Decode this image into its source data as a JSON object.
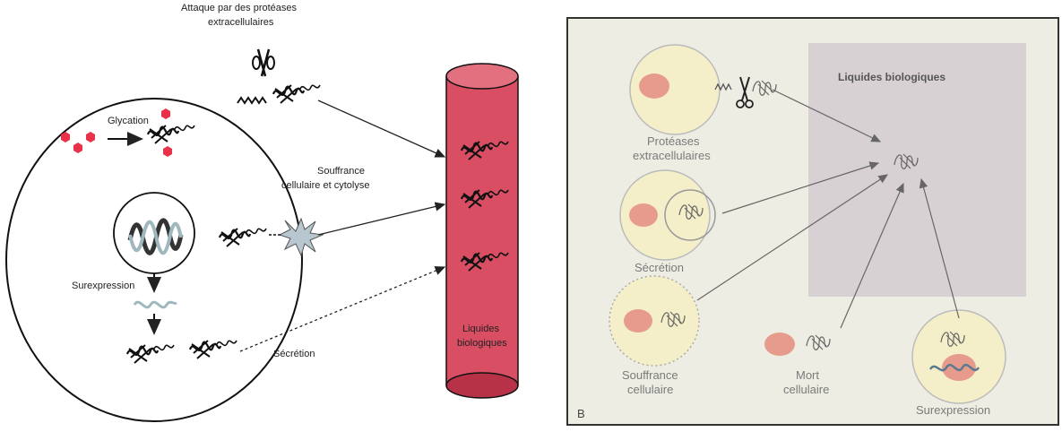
{
  "left_figure": {
    "labels": {
      "attack_line1": "Attaque par des protéases",
      "attack_line2": "extracellulaires",
      "glycation": "Glycation",
      "suffering_line1": "Souffrance",
      "suffering_line2": "cellulaire et cytolyse",
      "overexpression": "Surexpression",
      "secretion": "Sécrétion",
      "fluids_line1": "Liquides",
      "fluids_line2": "biologiques"
    },
    "colors": {
      "vessel": "#d94e63",
      "vessel_dark": "#b73246",
      "hexagon": "#e8324a",
      "starburst": "#b8c7cf"
    }
  },
  "right_figure": {
    "panel_letter": "B",
    "box_title": "Liquides biologiques",
    "labels": {
      "proteases_line1": "Protéases",
      "proteases_line2": "extracellulaires",
      "secretion": "Sécrétion",
      "suffering_line1": "Souffrance",
      "suffering_line2": "cellulaire",
      "death_line1": "Mort",
      "death_line2": "cellulaire",
      "overexpression": "Surexpression"
    },
    "colors": {
      "background": "#eeede4",
      "box": "#d7d1d4",
      "cell": "#f4efc9",
      "nucleus": "#e79b8c"
    }
  }
}
